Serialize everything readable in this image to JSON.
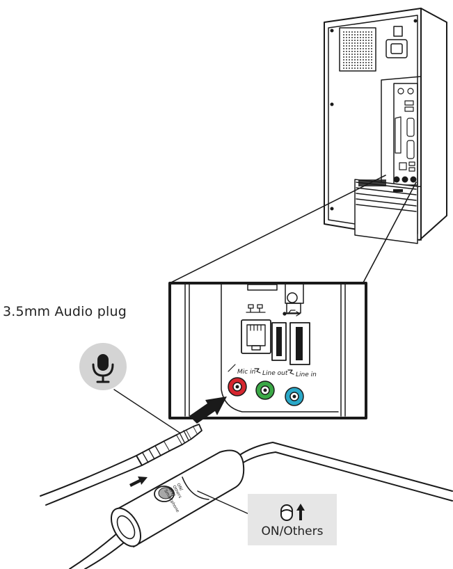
{
  "labels": {
    "plug": "3.5mm Audio plug",
    "switch_position": "ON/Others",
    "port_mic": "Mic in",
    "port_line_out": "Line out",
    "port_line_in": "Line in",
    "switch_body_1": "ON/",
    "switch_body_2": "Others",
    "switch_body_3": "OFF/",
    "switch_body_4": "Smartphone"
  },
  "colors": {
    "mic_jack": "#d6262f",
    "line_out_jack": "#3aa846",
    "line_in_jack": "#2aa8c8",
    "mic_badge": "#d4d4d4",
    "switch_badge": "#e6e6e6"
  },
  "icons": [
    "microphone-icon",
    "ethernet-icon",
    "usb-icon",
    "switch-slider-icon",
    "arrow-up-icon",
    "insert-arrow-icon"
  ]
}
